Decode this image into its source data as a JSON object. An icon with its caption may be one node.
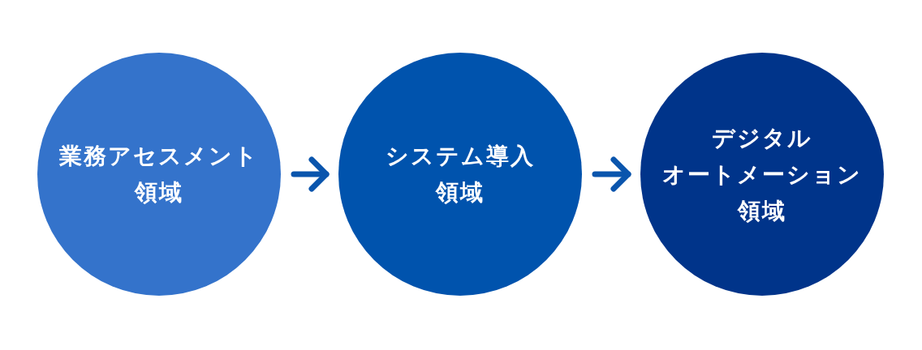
{
  "diagram": {
    "nodes": [
      {
        "text": [
          "業務アセスメント領域"
        ]
      },
      {
        "text": [
          "システム導入領域"
        ]
      },
      {
        "text": [
          "デジタルオートメーション領域"
        ]
      }
    ],
    "edges": [
      {
        "from": 0,
        "to": 1,
        "arrow": "to"
      },
      {
        "from": 1,
        "to": 2,
        "arrow": "to"
      }
    ]
  }
}
